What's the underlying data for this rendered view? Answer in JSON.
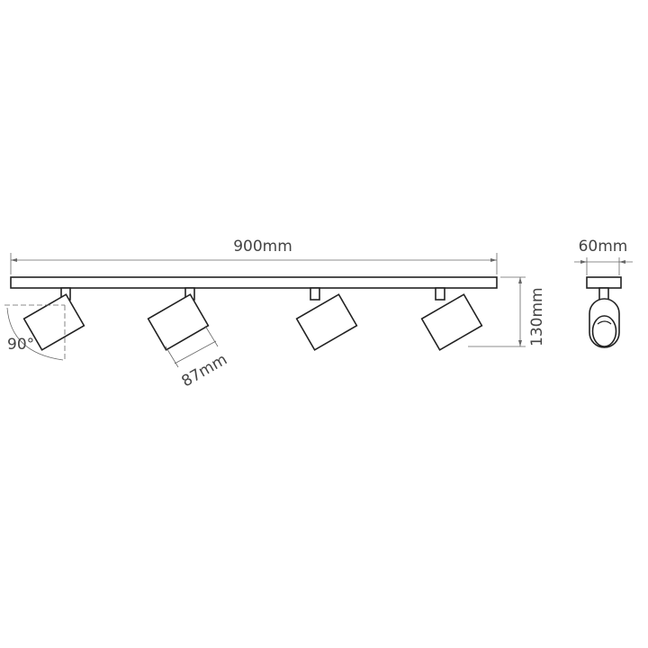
{
  "dimensions": {
    "length": "900mm",
    "height": "130mm",
    "width": "60mm",
    "head_length": "87mm",
    "tilt_angle": "90°"
  },
  "colors": {
    "line": "#222222",
    "dimension": "#666666"
  }
}
